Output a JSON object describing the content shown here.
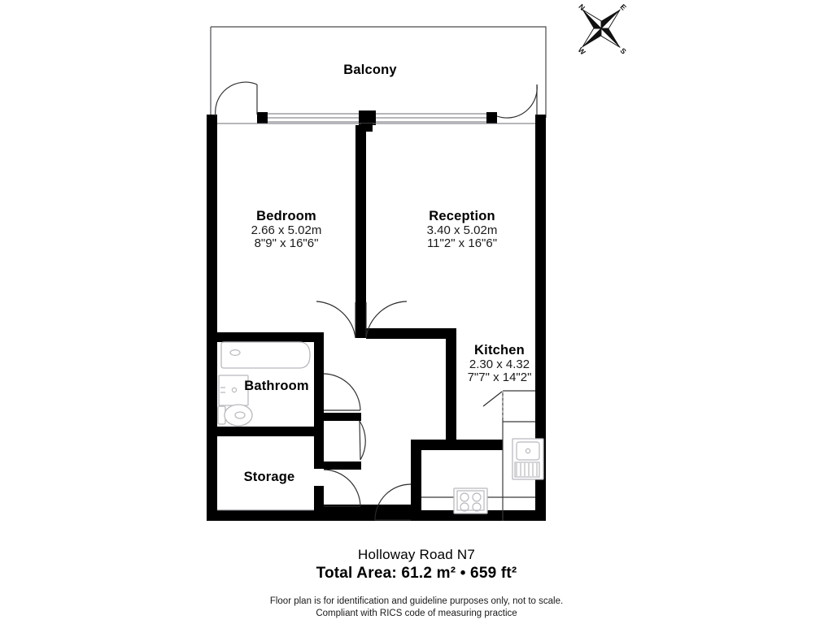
{
  "plan": {
    "rooms": [
      {
        "id": "balcony",
        "label": "Balcony",
        "dim_m": "",
        "dim_ft": ""
      },
      {
        "id": "bedroom",
        "label": "Bedroom",
        "dim_m": "2.66 x 5.02m",
        "dim_ft": "8\"9\" x 16\"6\""
      },
      {
        "id": "reception",
        "label": "Reception",
        "dim_m": "3.40 x 5.02m",
        "dim_ft": "11\"2\" x 16\"6\""
      },
      {
        "id": "kitchen",
        "label": "Kitchen",
        "dim_m": "2.30 x 4.32",
        "dim_ft": "7\"7\" x 14\"2\""
      },
      {
        "id": "bathroom",
        "label": "Bathroom",
        "dim_m": "",
        "dim_ft": ""
      },
      {
        "id": "storage",
        "label": "Storage",
        "dim_m": "",
        "dim_ft": ""
      }
    ],
    "colors": {
      "wall": "#000000",
      "thin_line": "#4a4a52",
      "fixture_outline": "#b9b9bf",
      "background": "#ffffff"
    }
  },
  "compass": {
    "north": "N",
    "east": "E",
    "south": "S",
    "west": "W"
  },
  "caption": {
    "address": "Holloway Road N7",
    "total_area": "Total Area: 61.2 m² • 659 ft²",
    "disclaimer_line1": "Floor plan is for identification and guideline purposes only, not to scale.",
    "disclaimer_line2": "Compliant with RICS code of measuring practice"
  }
}
